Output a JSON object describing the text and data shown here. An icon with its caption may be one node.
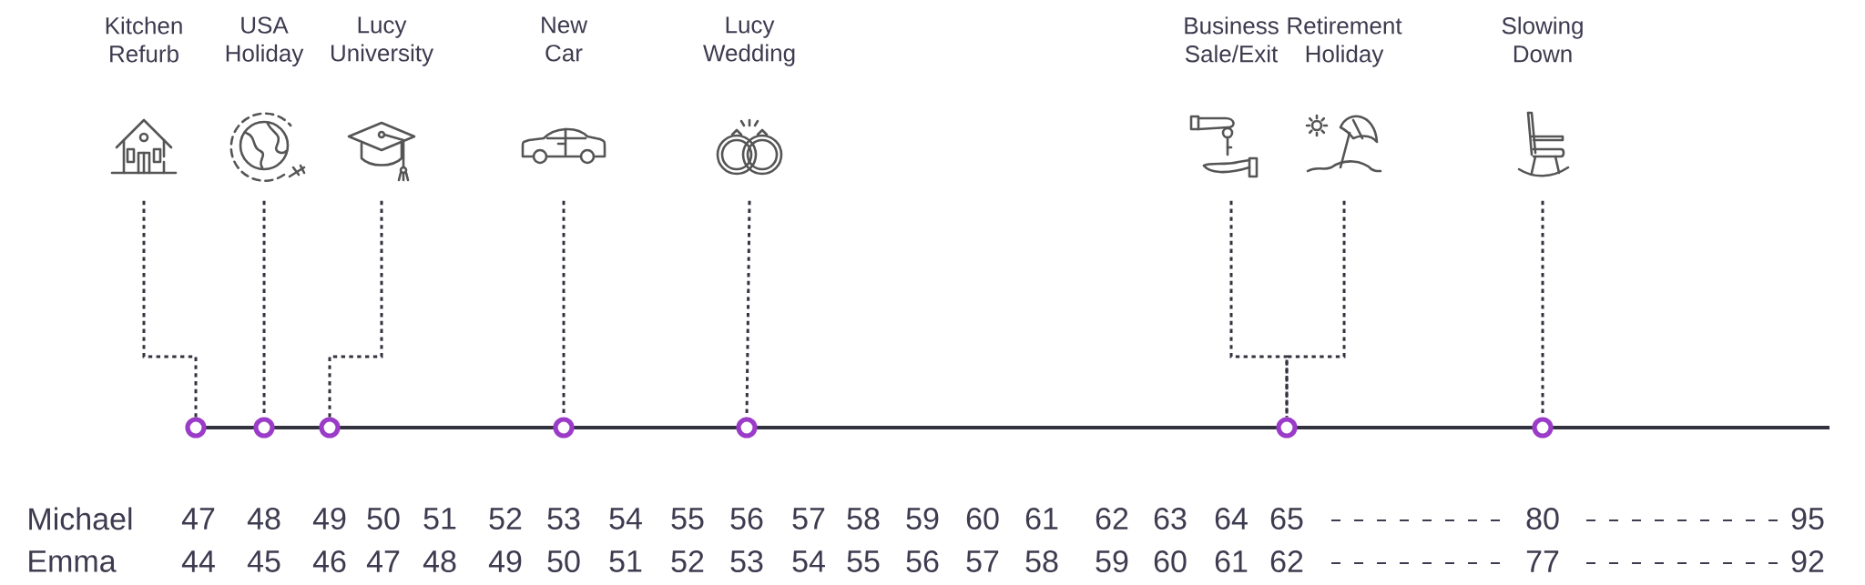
{
  "diagram": {
    "nodes": [
      {
        "text": [
          "Kitchen Refurb"
        ]
      },
      {
        "text": [
          "USA Holiday"
        ]
      },
      {
        "text": [
          "Lucy University"
        ]
      },
      {
        "text": [
          "New Car"
        ]
      },
      {
        "text": [
          "Lucy Wedding"
        ]
      },
      {
        "text": [
          "Business Sale/Exit"
        ]
      },
      {
        "text": [
          "Retirement Holiday"
        ]
      },
      {
        "text": [
          "Slowing Down"
        ]
      },
      {
        "text": [],
        "shape": "circle"
      },
      {
        "text": [],
        "shape": "circle"
      },
      {
        "text": [],
        "shape": "circle"
      },
      {
        "text": [],
        "shape": "circle"
      },
      {
        "text": [],
        "shape": "circle"
      },
      {
        "text": [],
        "shape": "circle"
      },
      {
        "text": [],
        "shape": "circle"
      }
    ],
    "edges": [
      {
        "from": 0,
        "to": 8,
        "arrow": "none",
        "style": "dashed"
      },
      {
        "from": 1,
        "to": 9,
        "arrow": "none",
        "style": "dashed"
      },
      {
        "from": 2,
        "to": 10,
        "arrow": "none",
        "style": "dashed"
      },
      {
        "from": 3,
        "to": 11,
        "arrow": "none",
        "style": "dashed"
      },
      {
        "from": 4,
        "to": 12,
        "arrow": "none",
        "style": "dashed"
      },
      {
        "from": 5,
        "to": 13,
        "arrow": "none",
        "style": "dashed"
      },
      {
        "from": 6,
        "to": 13,
        "arrow": "none",
        "style": "dashed"
      },
      {
        "from": 7,
        "to": 14,
        "arrow": "none",
        "style": "dashed"
      }
    ],
    "labels": [
      "Michael",
      "47",
      "48",
      "49",
      "50",
      "51",
      "52",
      "53",
      "54",
      "55",
      "56",
      "57",
      "58",
      "59",
      "60",
      "61",
      "62",
      "63",
      "64",
      "65",
      "80",
      "95",
      "Emma",
      "44",
      "45",
      "46",
      "47",
      "48",
      "49",
      "50",
      "51",
      "52",
      "53",
      "54",
      "55",
      "56",
      "57",
      "58",
      "59",
      "60",
      "61",
      "62",
      "77",
      "92"
    ]
  }
}
